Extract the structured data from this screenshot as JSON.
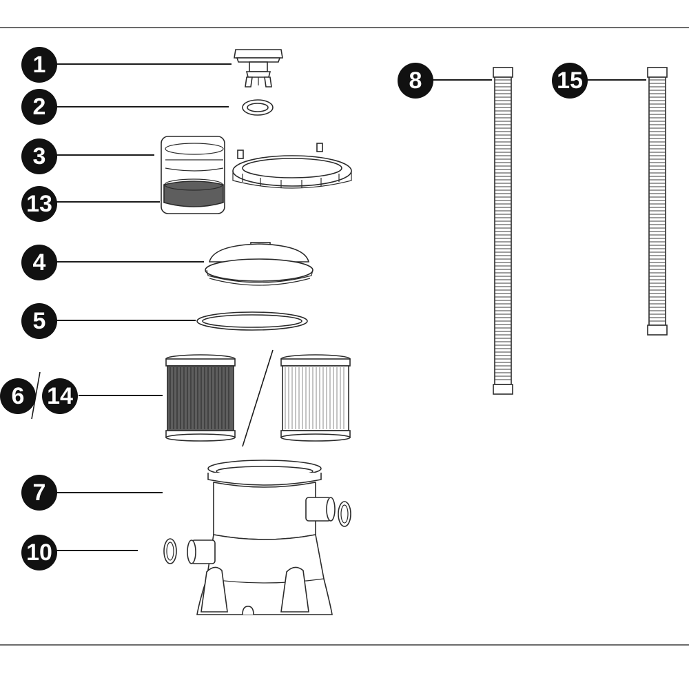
{
  "callouts": {
    "c1": "1",
    "c2": "2",
    "c3": "3",
    "c13": "13",
    "c4": "4",
    "c5": "5",
    "c6": "6",
    "c14": "14",
    "c7": "7",
    "c10": "10",
    "c8": "8",
    "c15": "15"
  },
  "colors": {
    "badge": "#111111",
    "line": "#2a2a2a",
    "dark_filter": "#5e5e5e"
  }
}
